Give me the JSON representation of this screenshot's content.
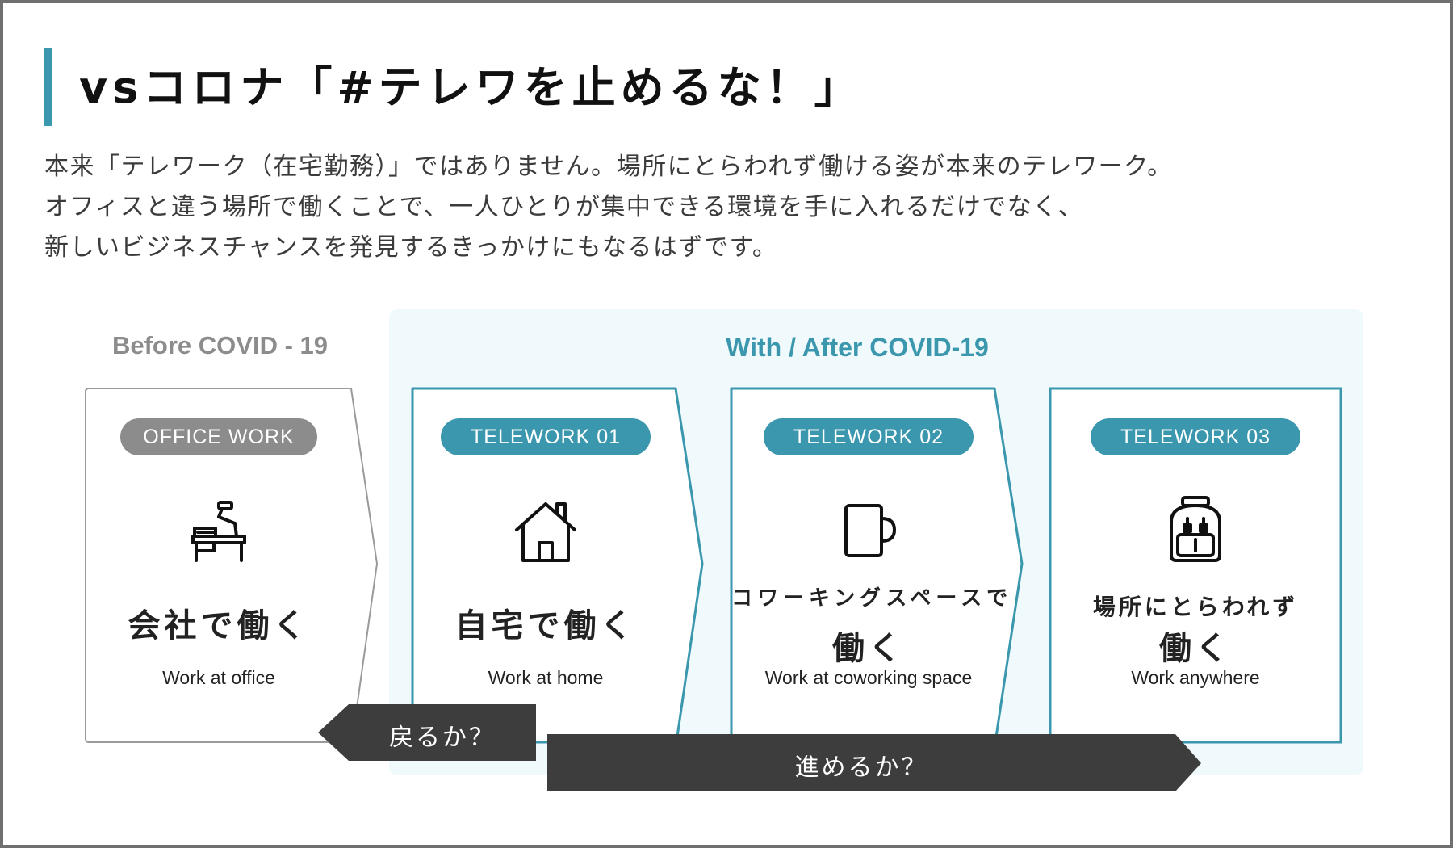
{
  "title": "vsコロナ「#テレワを止めるな！」",
  "intro": {
    "lines": [
      "本来「テレワーク（在宅勤務）」ではありません。場所にとらわれず働ける姿が本来のテレワーク。",
      "オフィスと違う場所で働くことで、一人ひとりが集中できる環境を手に入れるだけでなく、",
      "新しいビジネスチャンスを発見するきっかけにもなるはずです。"
    ]
  },
  "before_label": "Before COVID - 19",
  "after_label": "With / After COVID-19",
  "cards": [
    {
      "badge": "OFFICE WORK",
      "jp": "会社で働く",
      "en": "Work at office",
      "icon": "desk-lamp-icon"
    },
    {
      "badge": "TELEWORK 01",
      "jp": "自宅で働く",
      "en": "Work at home",
      "icon": "house-icon"
    },
    {
      "badge": "TELEWORK 02",
      "jp_line1": "コワーキングスペースで",
      "jp_line2": "働く",
      "en": "Work at coworking space",
      "icon": "mug-icon"
    },
    {
      "badge": "TELEWORK 03",
      "jp_line1": "場所にとらわれず",
      "jp_line2": "働く",
      "en": "Work anywhere",
      "icon": "backpack-icon"
    }
  ],
  "arrows": {
    "back": "戻るか？",
    "forward": "進めるか？"
  },
  "colors": {
    "accent": "#3a97ad",
    "neutral_gray": "#8c8c8c",
    "arrow_dark": "#3d3d3d",
    "after_background": "#f0f9fb"
  }
}
